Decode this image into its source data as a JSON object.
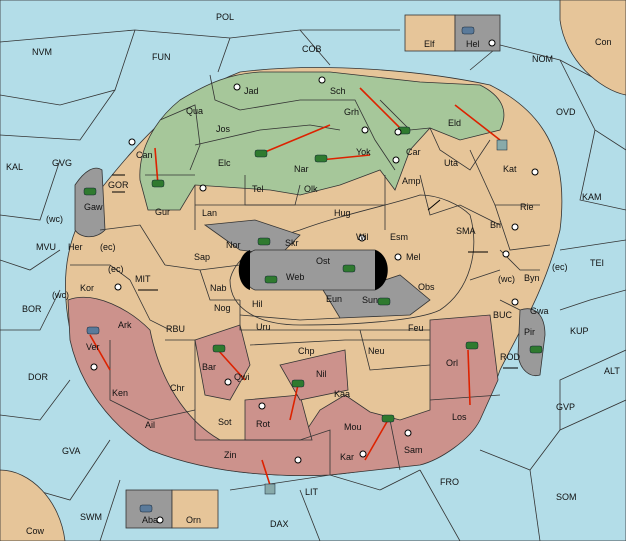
{
  "colors": {
    "sea": "#b3dde8",
    "land": "#e6c599",
    "green_power": "#a6c79a",
    "red_power": "#cc928c",
    "grey_region": "#9a9a9a",
    "arrow": "#dd2200",
    "unit": "#2f7a2f"
  },
  "sea_labels": {
    "POL": "POL",
    "NVM": "NVM",
    "FUN": "FUN",
    "COB": "COB",
    "NOM": "NOM",
    "OVD": "OVD",
    "KAL": "KAL",
    "GVG": "GVG",
    "GOR": "GOR",
    "MVU": "MVU",
    "BOR": "BOR",
    "DOR": "DOR",
    "GVA": "GVA",
    "SWM": "SWM",
    "DAX": "DAX",
    "LIT": "LIT",
    "FRO": "FRO",
    "SOM": "SOM",
    "GVP": "GVP",
    "ALT": "ALT",
    "KUP": "KUP",
    "TEI": "TEI",
    "KAM": "KAM",
    "SMA": "SMA",
    "MIT": "MIT",
    "RBU": "RBU",
    "BUC": "BUC",
    "ROD": "ROD",
    "Con": "Con",
    "Cow": "Cow"
  },
  "land_labels": {
    "Jad": "Jad",
    "Sch": "Sch",
    "Qua": "Qua",
    "Jos": "Jos",
    "Grh": "Grh",
    "Can": "Can",
    "Elc": "Elc",
    "Nar": "Nar",
    "Yok": "Yok",
    "Car": "Car",
    "Eld": "Eld",
    "Uta": "Uta",
    "Kat": "Kat",
    "Amp": "Amp",
    "Gur": "Gur",
    "Tel": "Tel",
    "Olk": "Olk",
    "Lan": "Lan",
    "Hug": "Hug",
    "Rie": "Rie",
    "Bri": "Bri",
    "Gaw": "Gaw",
    "Nor": "Nor",
    "Wil": "Wil",
    "Esm": "Esm",
    "Her": "Her",
    "Sap": "Sap",
    "Skr": "Skr",
    "Ost": "Ost",
    "Web": "Web",
    "Mel": "Mel",
    "Byn": "Byn",
    "Kor": "Kor",
    "Nab": "Nab",
    "Hil": "Hil",
    "Eun": "Eun",
    "Sun": "Sun",
    "Obs": "Obs",
    "Gwa": "Gwa",
    "Nog": "Nog",
    "Ver": "Ver",
    "Ark": "Ark",
    "Uru": "Uru",
    "Feu": "Feu",
    "Pir": "Pir",
    "Chp": "Chp",
    "Neu": "Neu",
    "Orl": "Orl",
    "Ken": "Ken",
    "Bar": "Bar",
    "Qwi": "Qwi",
    "Nil": "Nil",
    "Chr": "Chr",
    "Kaa": "Kaa",
    "Ail": "Ail",
    "Sot": "Sot",
    "Rot": "Rot",
    "Mou": "Mou",
    "Los": "Los",
    "Zin": "Zin",
    "Kar": "Kar",
    "Sam": "Sam",
    "Elf": "Elf",
    "Hel": "Hel",
    "Aba": "Aba",
    "Orn": "Orn"
  },
  "coast_tags": {
    "wc1": "(wc)",
    "ec1": "(ec)",
    "ec2": "(ec)",
    "wc2": "(wc)",
    "wc3": "(wc)",
    "ec3": "(ec)"
  }
}
